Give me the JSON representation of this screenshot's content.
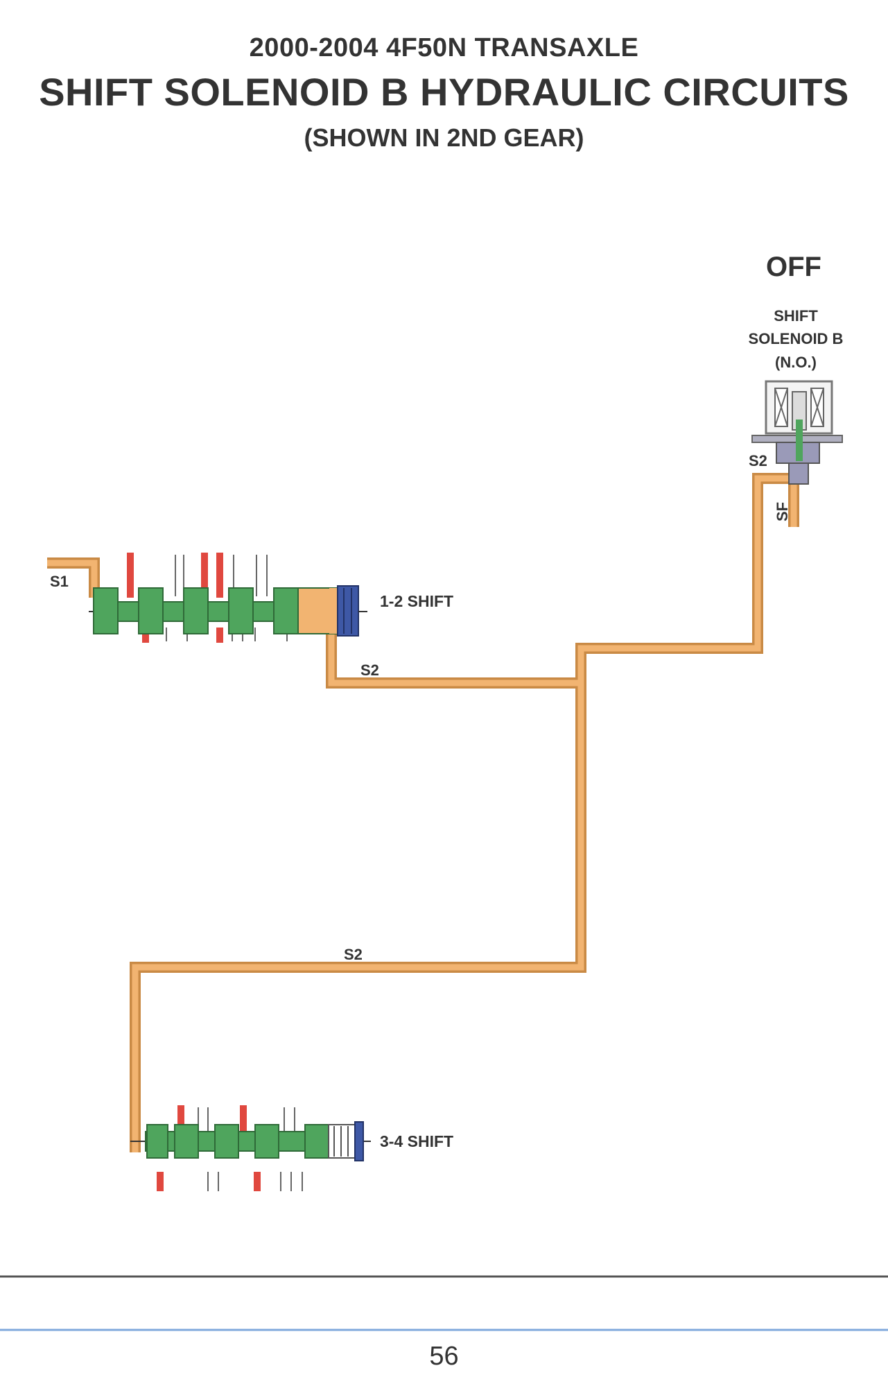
{
  "header": {
    "model_line": "2000-2004 4F50N TRANSAXLE",
    "title": "SHIFT SOLENOID B HYDRAULIC CIRCUITS",
    "subtitle": "(SHOWN IN 2ND GEAR)"
  },
  "solenoid": {
    "state": "OFF",
    "name_line1": "SHIFT",
    "name_line2": "SOLENOID B",
    "name_line3": "(N.O.)"
  },
  "circuits": {
    "s1": "S1",
    "s2_solenoid": "S2",
    "sf": "SF",
    "s2_upper": "S2",
    "s2_lower": "S2"
  },
  "valves": {
    "shift_12": "1-2 SHIFT",
    "shift_34": "3-4 SHIFT"
  },
  "colors": {
    "fluid_tan": "#f2b471",
    "fluid_outline": "#c98a45",
    "valve_green": "#4fa55d",
    "port_red": "#e0483f",
    "spring_blue": "#3e58a6",
    "footer_gray": "#555555",
    "footer_blue": "#7fa8dc"
  },
  "footer": {
    "page_number": "56"
  }
}
